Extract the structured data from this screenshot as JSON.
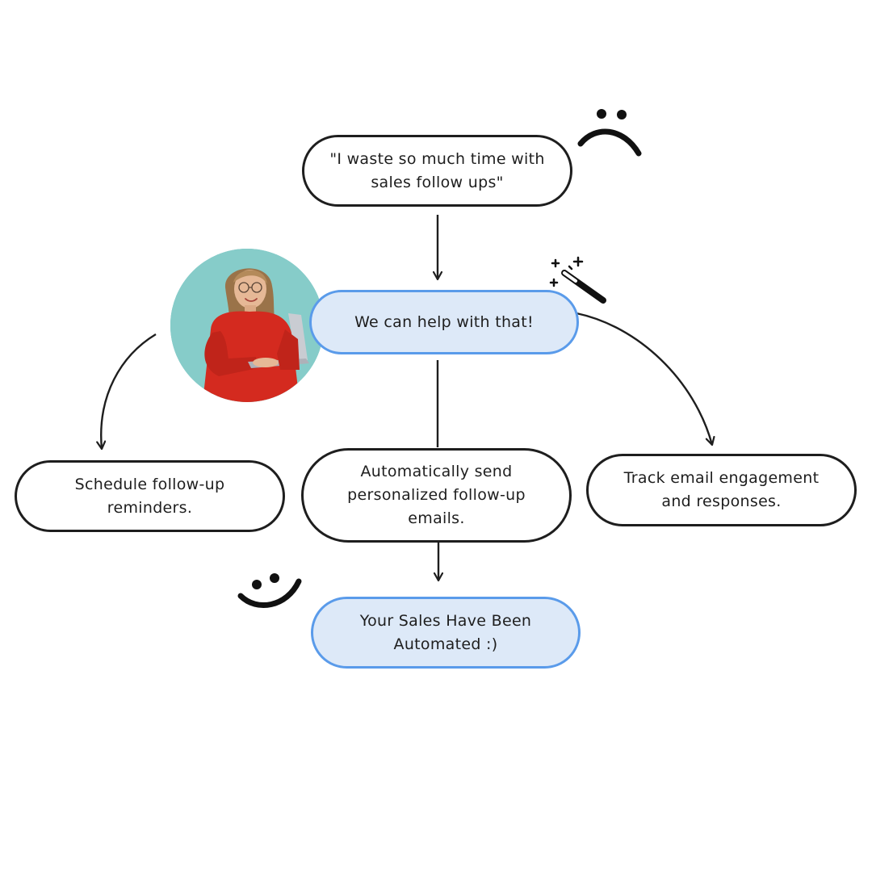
{
  "diagram": {
    "nodes": {
      "complaint": "\"I waste so much time with sales follow ups\"",
      "help": "We can help with that!",
      "schedule": "Schedule follow-up reminders.",
      "auto_send": "Automatically send personalized follow-up emails.",
      "track": "Track email engagement and responses.",
      "result": "Your Sales Have Been Automated :)"
    },
    "edges": [
      {
        "from": "complaint",
        "to": "help"
      },
      {
        "from": "help",
        "to": "schedule"
      },
      {
        "from": "help",
        "to": "auto_send"
      },
      {
        "from": "help",
        "to": "track"
      },
      {
        "from": "auto_send",
        "to": "result"
      }
    ],
    "decorations": {
      "sad_face": "sad-face-icon",
      "magic_wand": "magic-wand-icon",
      "smiley_face": "smiley-face-icon",
      "avatar": "woman-with-laptop-photo"
    }
  },
  "colors": {
    "stroke": "#1e1e1e",
    "highlight_fill": "#dde9f8",
    "highlight_stroke": "#5a9bea",
    "avatar_bg": "#7cc6c4",
    "sweater": "#d42a1f"
  }
}
